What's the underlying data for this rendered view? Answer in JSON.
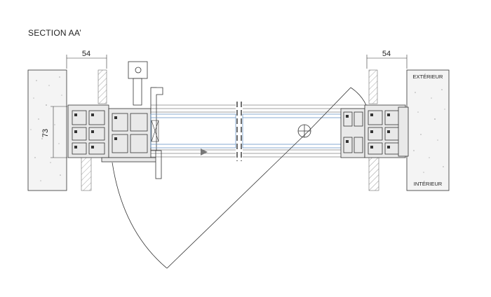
{
  "drawing": {
    "title": "SECTION AA’",
    "dimension_left_width": "54",
    "dimension_right_width": "54",
    "dimension_height": "73",
    "label_exterior": "EXTÉRIEUR",
    "label_interior": "INTÉRIEUR"
  }
}
